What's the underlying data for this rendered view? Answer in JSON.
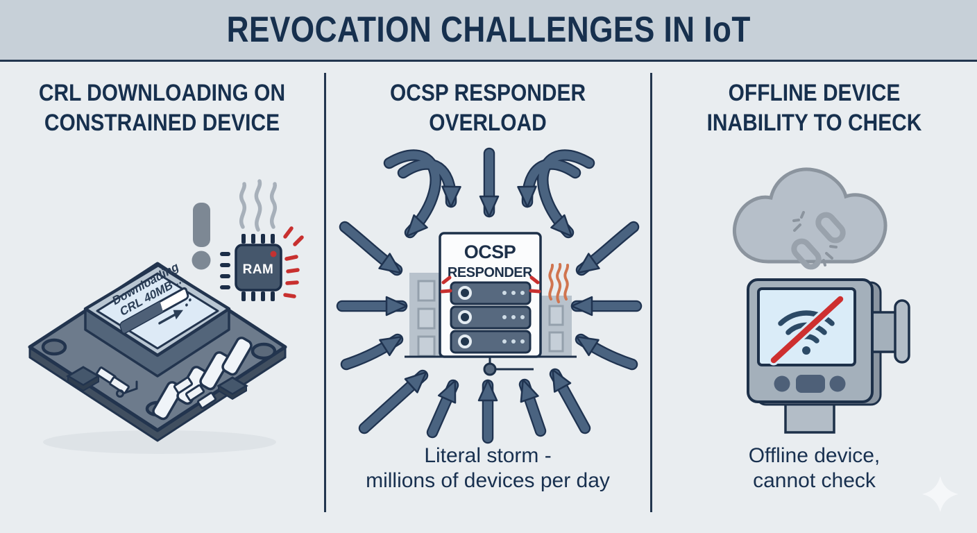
{
  "title": "REVOCATION CHALLENGES IN IoT",
  "left": {
    "heading1": "CRL DOWNLOADING ON",
    "heading2": "CONSTRAINED DEVICE",
    "board_text1": "Downloading",
    "board_text2": "CRL 40MB ...",
    "ram_label": "RAM"
  },
  "middle": {
    "heading1": "OCSP RESPONDER",
    "heading2": "OVERLOAD",
    "card_line1": "OCSP",
    "card_line2": "RESPONDER",
    "caption1": "Literal storm -",
    "caption2": "millions of devices per day"
  },
  "right": {
    "heading1": "OFFLINE DEVICE",
    "heading2": "INABILITY TO CHECK",
    "caption1": "Offline device,",
    "caption2": "cannot check"
  },
  "colors": {
    "header_bg": "#c7d0d8",
    "panel_bg": "#e9edf0",
    "heading_navy": "#17304e",
    "arrow_slate": "#4a6380",
    "outline_navy": "#1f3350",
    "alert_red": "#c8302f",
    "heat_orange": "#d0744f",
    "cloud_gray": "#b6bfc9",
    "screen_blue": "#daecf8"
  }
}
